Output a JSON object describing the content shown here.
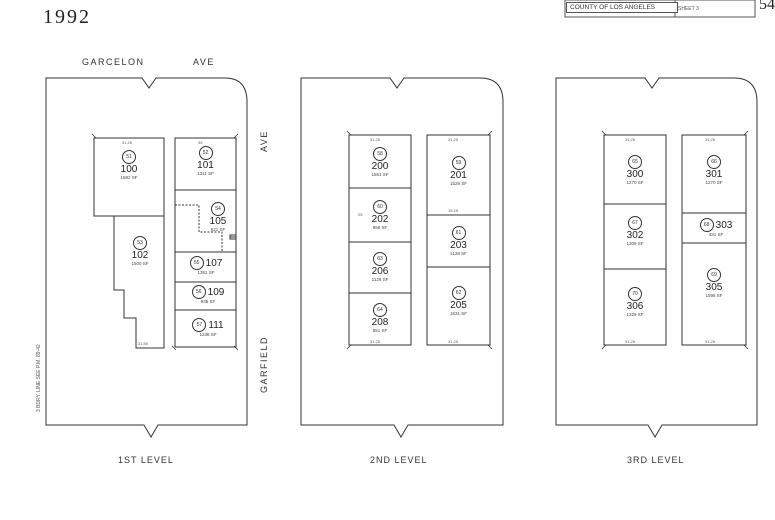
{
  "header": {
    "year": "1992",
    "county": "COUNTY OF LOS ANGELES",
    "sheet": "SHEET 3",
    "page_fragment": "54"
  },
  "streets": {
    "garcelon": "GARCELON",
    "ave_top": "AVE",
    "ave_side": "AVE",
    "garfield": "GARFIELD"
  },
  "levels": [
    {
      "label": "1ST LEVEL",
      "units": [
        {
          "num": "100",
          "lot": "51",
          "area": "1582 SF"
        },
        {
          "num": "101",
          "lot": "52",
          "area": "1311 SF"
        },
        {
          "num": "102",
          "lot": "53",
          "area": "1500 SF"
        },
        {
          "num": "105",
          "lot": "54",
          "area": "621 SF"
        },
        {
          "num": "107",
          "lot": "55",
          "area": "1351 SF"
        },
        {
          "num": "109",
          "lot": "56",
          "area": "936 SF"
        },
        {
          "num": "111",
          "lot": "57",
          "area": "1238 SF"
        }
      ],
      "note": "3 BDRY. LINE SEE P.M. 89-42"
    },
    {
      "label": "2ND LEVEL",
      "units": [
        {
          "num": "200",
          "lot": "58",
          "area": "1561 SF"
        },
        {
          "num": "201",
          "lot": "59",
          "area": "1529 SF"
        },
        {
          "num": "202",
          "lot": "60",
          "area": "958 SF"
        },
        {
          "num": "203",
          "lot": "61",
          "area": "1128 SF"
        },
        {
          "num": "206",
          "lot": "63",
          "area": "1129 SF"
        },
        {
          "num": "205",
          "lot": "62",
          "area": "1531 SF"
        },
        {
          "num": "208",
          "lot": "64",
          "area": "951 SF"
        }
      ]
    },
    {
      "label": "3RD LEVEL",
      "units": [
        {
          "num": "300",
          "lot": "65",
          "area": "1270 SF"
        },
        {
          "num": "301",
          "lot": "66",
          "area": "1270 SF"
        },
        {
          "num": "302",
          "lot": "67",
          "area": "1309 SF"
        },
        {
          "num": "303",
          "lot": "68",
          "area": "431 SF"
        },
        {
          "num": "306",
          "lot": "70",
          "area": "1329 SF"
        },
        {
          "num": "305",
          "lot": "69",
          "area": "1595 SF"
        }
      ]
    }
  ],
  "dims": {
    "d3125": "31.25",
    "d3150": "31.50",
    "d25": "25",
    "d1525": "15.25",
    "d35": "35"
  }
}
